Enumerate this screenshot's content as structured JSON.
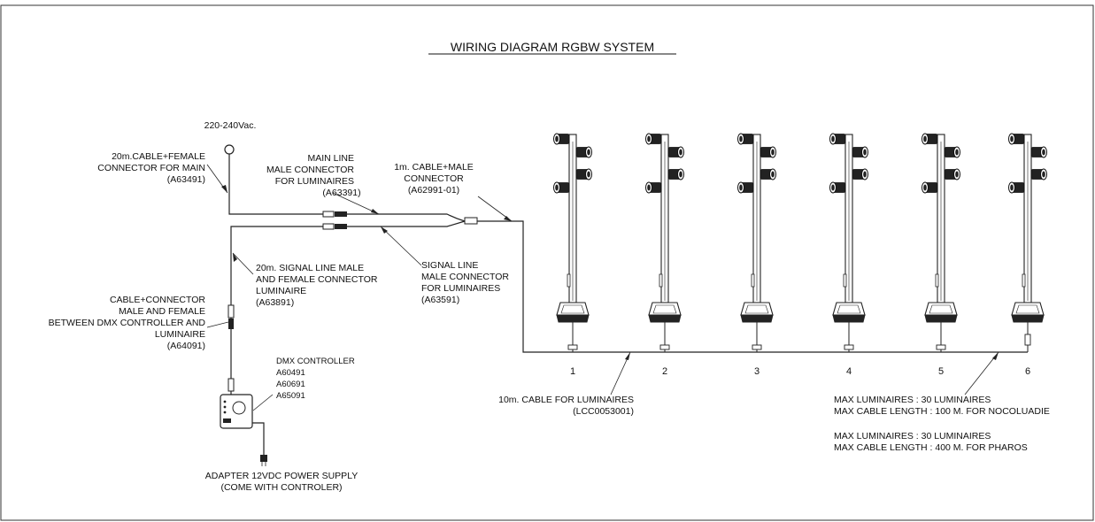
{
  "title": "WIRING DIAGRAM RGBW SYSTEM",
  "labels": {
    "voltage": "220-240Vac.",
    "main_cable": [
      "20m.CABLE+FEMALE",
      "CONNECTOR FOR MAIN",
      "(A63491)"
    ],
    "main_line": [
      "MAIN LINE",
      "MALE CONNECTOR",
      "FOR LUMINAIRES",
      "(A63391)"
    ],
    "one_m_cable": [
      "1m. CABLE+MALE",
      "CONNECTOR",
      "(A62991-01)"
    ],
    "signal_line": [
      "SIGNAL LINE",
      "MALE CONNECTOR",
      "FOR LUMINAIRES",
      "(A63591)"
    ],
    "signal_20m": [
      "20m. SIGNAL LINE MALE",
      "AND FEMALE CONNECTOR",
      "LUMINAIRE",
      "(A63891)"
    ],
    "dmx_cable": [
      "CABLE+CONNECTOR",
      "MALE AND FEMALE",
      "BETWEEN DMX CONTROLLER AND",
      "LUMINAIRE",
      "(A64091)"
    ],
    "dmx_controller": [
      "DMX CONTROLLER",
      "A60491",
      "A60691",
      "A65091"
    ],
    "adapter": [
      "ADAPTER 12VDC POWER SUPPLY",
      "(COME WITH CONTROLER)"
    ],
    "ten_m_cable": [
      "10m. CABLE FOR LUMINAIRES",
      "(LCC0053001)"
    ],
    "max_notes": [
      "MAX LUMINAIRES : 30 LUMINAIRES",
      "MAX CABLE LENGTH : 100 M. FOR NOCOLUADIE",
      "MAX LUMINAIRES : 30 LUMINAIRES",
      "MAX CABLE LENGTH : 400 M. FOR PHAROS"
    ]
  },
  "luminaires": [
    "1",
    "2",
    "3",
    "4",
    "5",
    "6"
  ]
}
